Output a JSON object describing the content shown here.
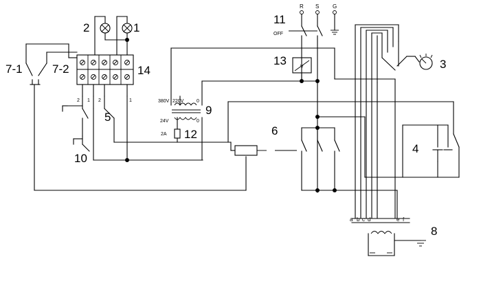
{
  "labels": {
    "n1": "1",
    "n2": "2",
    "n3": "3",
    "n4": "4",
    "n5": "5",
    "n6": "6",
    "n7_1": "7-1",
    "n7_2": "7-2",
    "n8": "8",
    "n9": "9",
    "n10": "10",
    "n11": "11",
    "n12": "12",
    "n13": "13",
    "n14": "14"
  },
  "small_text": {
    "phase_r": "R",
    "phase_s": "S",
    "phase_g": "G",
    "off": "OFF",
    "v380": "380V",
    "v220": "220V",
    "zero_primary": "0",
    "v24": "24V",
    "zero_secondary": "0",
    "fuse_2a": "2A",
    "term_2a": "2",
    "term_1a": "1",
    "term_2b": "2",
    "term_1b": "1",
    "voltmeter": "V",
    "tap_a": "a",
    "tap_b": "b",
    "tap_c": "c",
    "tap_d": "d",
    "tap_e": "e",
    "tap_f": "f"
  },
  "colors": {
    "line": "#000000",
    "background": "#ffffff"
  }
}
